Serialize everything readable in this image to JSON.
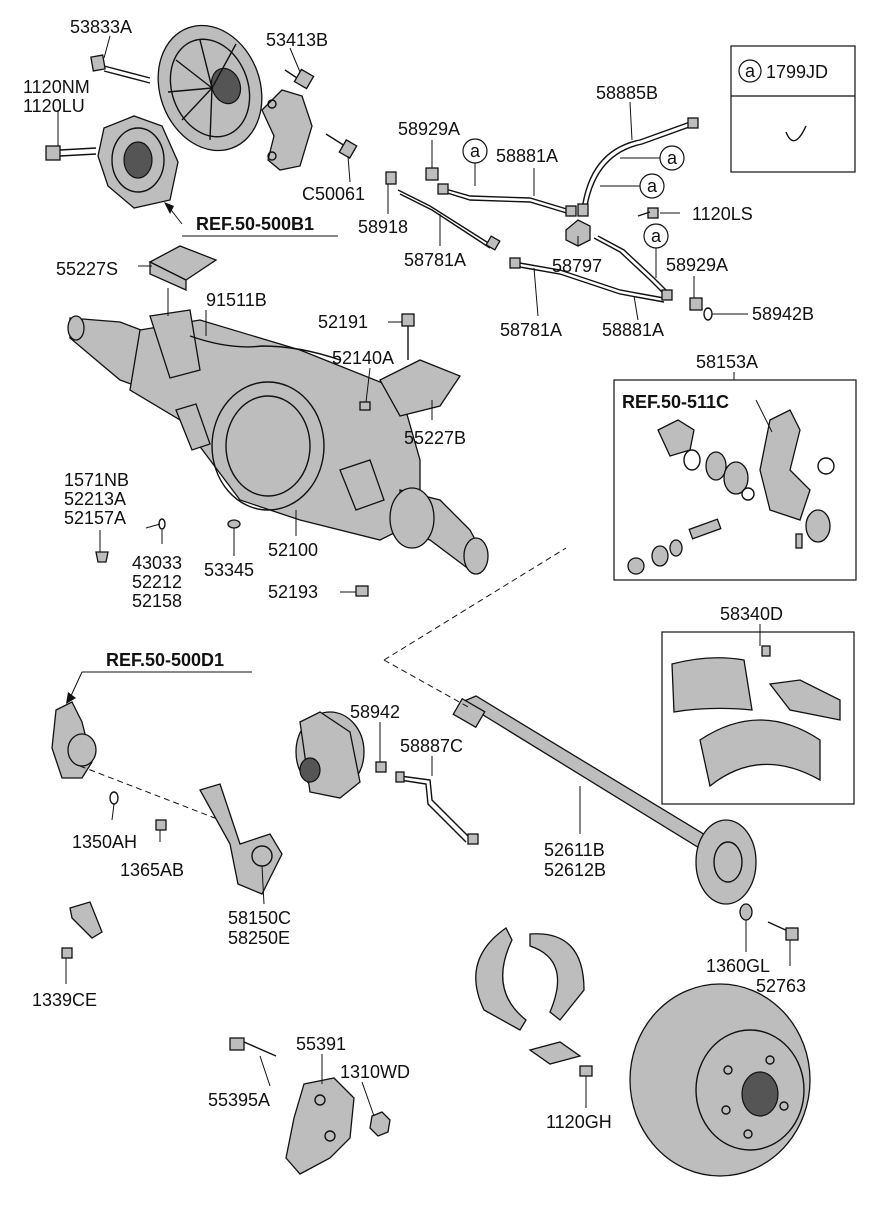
{
  "labels": {
    "l_53833A": "53833A",
    "l_53413B": "53413B",
    "l_1120NM": "1120NM",
    "l_1120LU": "1120LU",
    "l_C50061": "C50061",
    "l_58929A_1": "58929A",
    "l_58881A_1": "58881A",
    "l_58885B": "58885B",
    "l_1799JD": "1799JD",
    "l_58918": "58918",
    "l_1120LS": "1120LS",
    "l_58781A_1": "58781A",
    "l_58797": "58797",
    "l_58929A_2": "58929A",
    "l_55227S": "55227S",
    "l_91511B": "91511B",
    "l_52191": "52191",
    "l_58781A_2": "58781A",
    "l_58881A_2": "58881A",
    "l_58942B": "58942B",
    "l_58153A": "58153A",
    "l_52140A": "52140A",
    "l_55227B": "55227B",
    "l_1571NB": "1571NB",
    "l_52213A": "52213A",
    "l_52157A": "52157A",
    "l_43033": "43033",
    "l_52212": "52212",
    "l_52158": "52158",
    "l_53345": "53345",
    "l_52100": "52100",
    "l_52193": "52193",
    "l_58340D": "58340D",
    "l_58942": "58942",
    "l_58887C": "58887C",
    "l_1350AH": "1350AH",
    "l_1365AB": "1365AB",
    "l_52611B": "52611B",
    "l_52612B": "52612B",
    "l_58150C": "58150C",
    "l_58250E": "58250E",
    "l_1339CE": "1339CE",
    "l_1360GL": "1360GL",
    "l_52763": "52763",
    "l_55391": "55391",
    "l_1310WD": "1310WD",
    "l_55395A": "55395A",
    "l_1120GH": "1120GH"
  },
  "refs": {
    "ref_500B1": "REF.50-500B1",
    "ref_511C": "REF.50-511C",
    "ref_500D1": "REF.50-500D1"
  },
  "callouts": {
    "a": "a"
  }
}
